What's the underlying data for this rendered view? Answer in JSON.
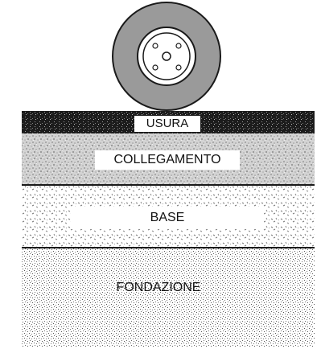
{
  "layers": [
    {
      "id": "usura",
      "label": "USURA"
    },
    {
      "id": "collegamento",
      "label": "COLLEGAMENTO"
    },
    {
      "id": "base",
      "label": "BASE"
    },
    {
      "id": "fondazione",
      "label": "FONDAZIONE"
    }
  ],
  "colors": {
    "tire": "#9a9a9a",
    "rim": "#ffffff",
    "outline": "#1a1a1a",
    "usura_fill": "#1c1c1c",
    "collegamento_fill": "#c9c9c9",
    "base_dots": "#777777",
    "fondazione_dots": "#555555"
  },
  "icons": {
    "wheel": "wheel-icon"
  }
}
